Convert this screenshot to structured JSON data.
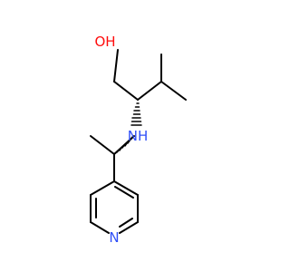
{
  "molecule": {
    "atoms": {
      "hydroxyl": {
        "label": "OH",
        "color": "#ff0d0d"
      },
      "amine": {
        "label": "NH",
        "color": "#3050f8"
      },
      "pyridine_nitrogen": {
        "label": "N",
        "color": "#3050f8"
      }
    },
    "bond_color": "#000000"
  }
}
